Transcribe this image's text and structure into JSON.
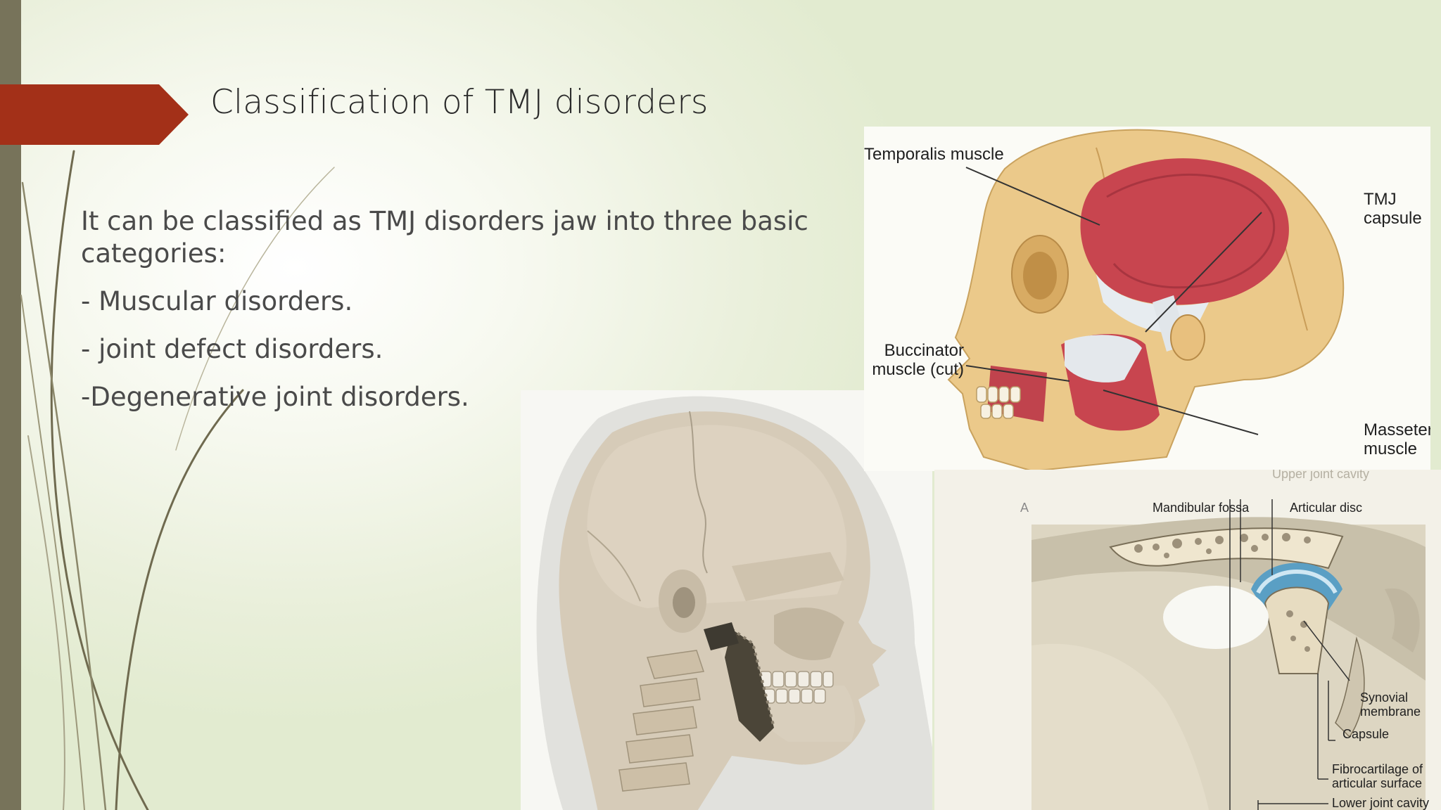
{
  "slide": {
    "title": "Classification of TMJ disorders",
    "intro": "It can be classified as TMJ disorders jaw into three basic categories:",
    "items": [
      "- Muscular disorders.",
      "- joint defect disorders.",
      "-Degenerative joint disorders."
    ]
  },
  "figures": {
    "temporalis": {
      "labels": {
        "temporalis": "Temporalis muscle",
        "tmj_capsule": "TMJ capsule",
        "buccinator": "Buccinator muscle (cut)",
        "masseter": "Masseter muscle"
      }
    },
    "joint_section": {
      "labels": {
        "upper_joint_cavity": "Upper joint cavity",
        "mandibular_fossa": "Mandibular fossa",
        "articular_disc": "Articular disc",
        "synovial_membrane": "Synovial membrane",
        "capsule": "Capsule",
        "fibrocartilage": "Fibrocartilage of articular surface",
        "lower_joint_cavity": "Lower joint cavity",
        "panel_letter": "A"
      }
    }
  },
  "colors": {
    "accent_arrow": "#a33018",
    "left_bar": "#77735a",
    "muscle_red": "#c8454f",
    "bone": "#ebc98a"
  }
}
